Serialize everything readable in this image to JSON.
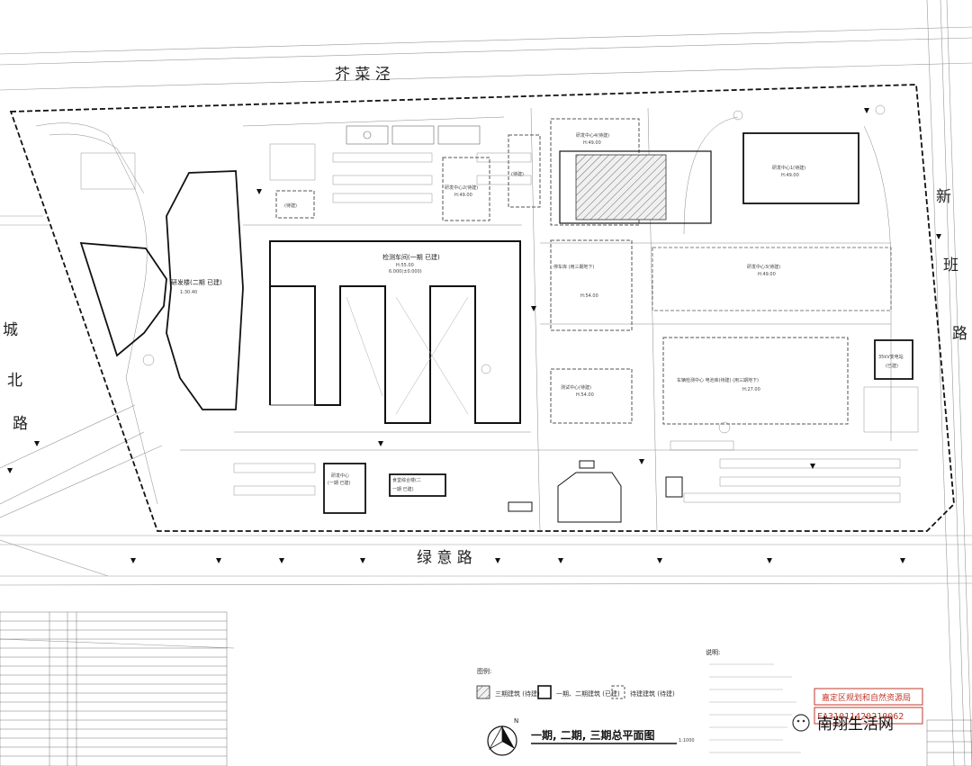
{
  "roads": {
    "north": "芥 菜 泾",
    "south": "绿 意 路",
    "west": [
      "城",
      "北",
      "路"
    ],
    "east": [
      "新",
      "班",
      "路"
    ]
  },
  "buildings": {
    "rnd_building_2": [
      "研发楼(二期 已建)",
      "1:30.40"
    ],
    "test_workshop": [
      "检测车间(一期 已建)",
      "H:55.00",
      "6.000(±0.000)"
    ],
    "rnd_center_2": [
      "研发中心2(待建)",
      "H:49.00"
    ],
    "rnd_center_4": [
      "研发中心4(待建)",
      "H:49.00"
    ],
    "rnd_center_1": [
      "研发中心1(待建)",
      "H:49.00"
    ],
    "rnd_center_3": [
      "研发中心3(待建)",
      "H:49.00"
    ],
    "unbuilt_nw": "(待建)",
    "unbuilt_n": "(待建)",
    "parking": [
      "停车库 (用三期地下)",
      "H:54.00"
    ],
    "test_center": [
      "测试中心(待建)",
      "H:54.00"
    ],
    "vehicle_test": [
      "车辆检测中心 电池库(待建) (用三期地下)",
      "H:27.00"
    ],
    "kv_station": [
      "35kV变电站",
      "(已建)"
    ],
    "rnd_center_phase1": [
      "研发中心",
      "(一期 已建)"
    ],
    "canteen": [
      "食堂综合楼(二",
      "一期 已建)"
    ]
  },
  "legend": {
    "heading": "图例:",
    "items": [
      "三期建筑 (待建)",
      "一期、二期建筑 (已建)",
      "待建建筑 (待建)"
    ]
  },
  "drawing_title": "一期, 二期, 三期总平面图",
  "scale": "1:1000",
  "notes_heading": "说明:",
  "stamp": {
    "authority": "嘉定区规划和自然资源局",
    "code": "FA31011420210062"
  },
  "watermark": "南翔生活网",
  "north_arrow": "N"
}
